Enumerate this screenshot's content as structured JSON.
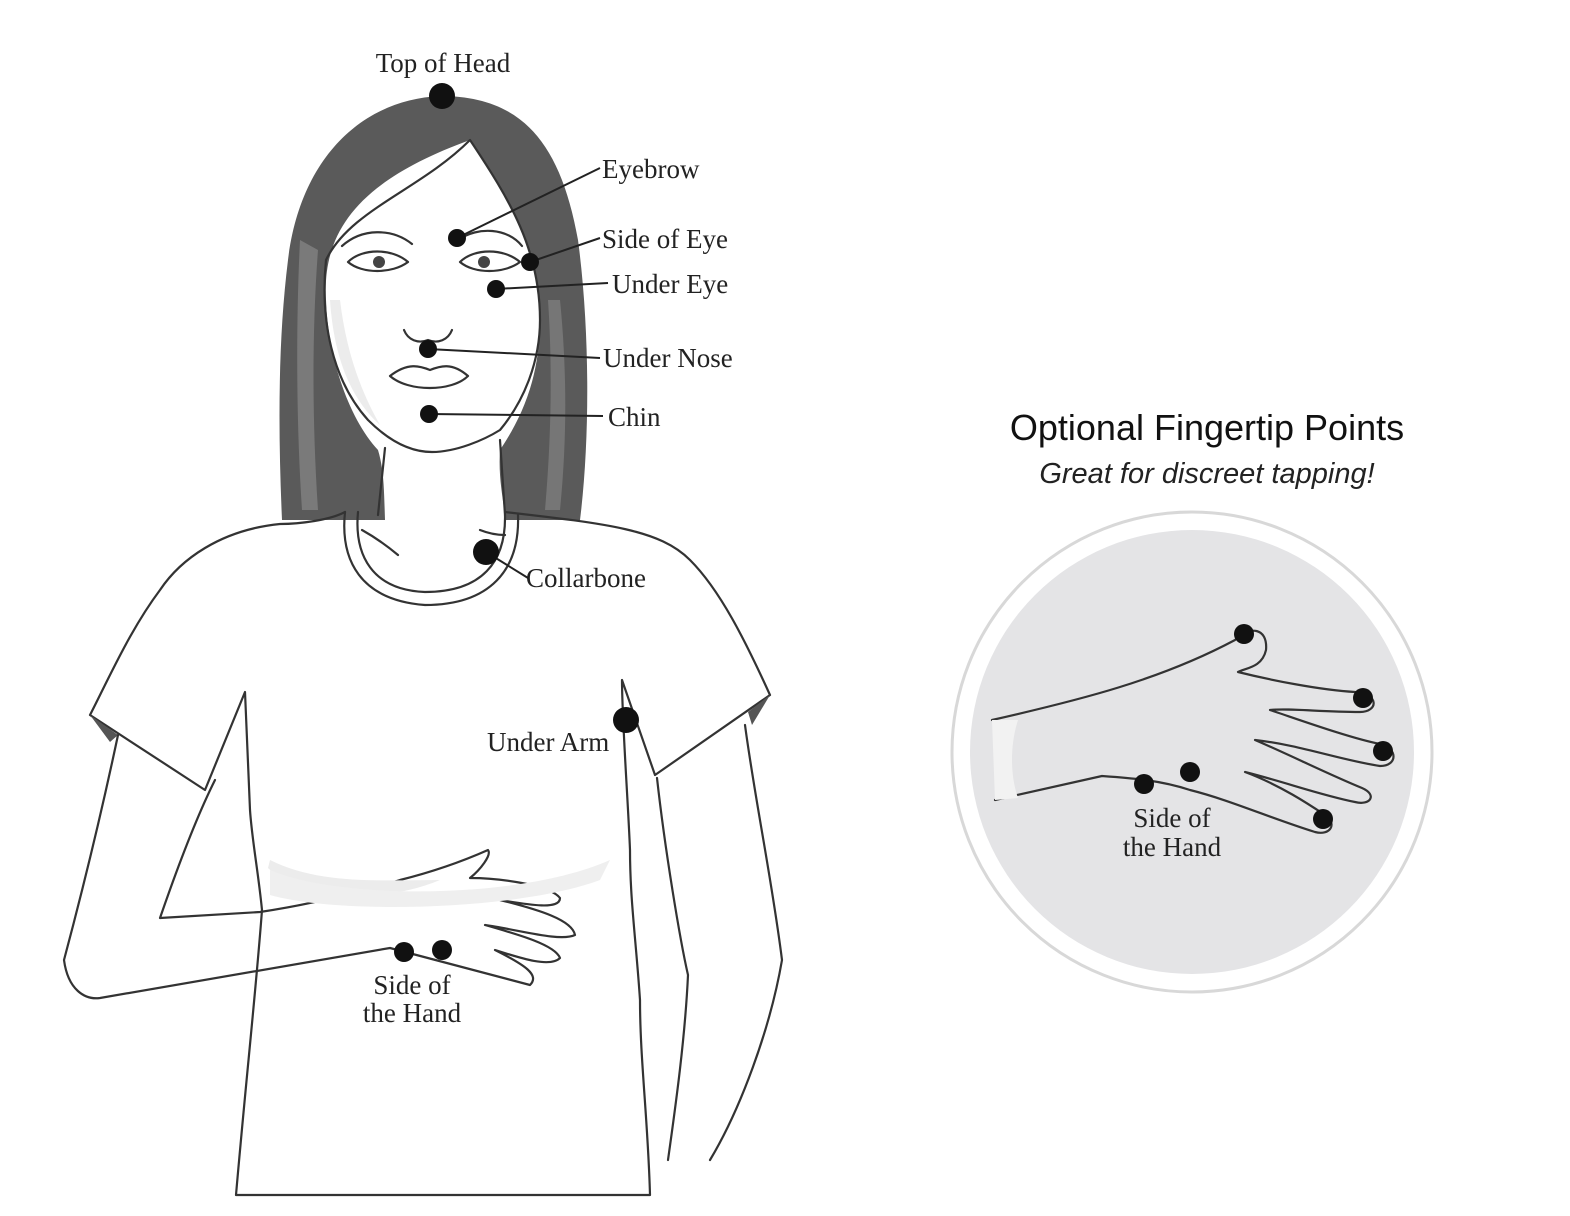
{
  "colors": {
    "hair": "#5a5a5a",
    "hair_highlight": "#7a7a7a",
    "dot": "#111111",
    "circle_fill": "#e4e4e6",
    "skin_shade": "#ececec"
  },
  "body_points": [
    {
      "name": "top-of-head",
      "label": "Top of Head"
    },
    {
      "name": "eyebrow",
      "label": "Eyebrow"
    },
    {
      "name": "side-of-eye",
      "label": "Side of Eye"
    },
    {
      "name": "under-eye",
      "label": "Under Eye"
    },
    {
      "name": "under-nose",
      "label": "Under Nose"
    },
    {
      "name": "chin",
      "label": "Chin"
    },
    {
      "name": "collarbone",
      "label": "Collarbone"
    },
    {
      "name": "under-arm",
      "label": "Under Arm"
    }
  ],
  "side_of_hand": {
    "line1": "Side of",
    "line2": "the Hand"
  },
  "optional": {
    "title": "Optional Fingertip Points",
    "subtitle": "Great for discreet tapping!",
    "hand_label_line1": "Side of",
    "hand_label_line2": "the Hand"
  }
}
